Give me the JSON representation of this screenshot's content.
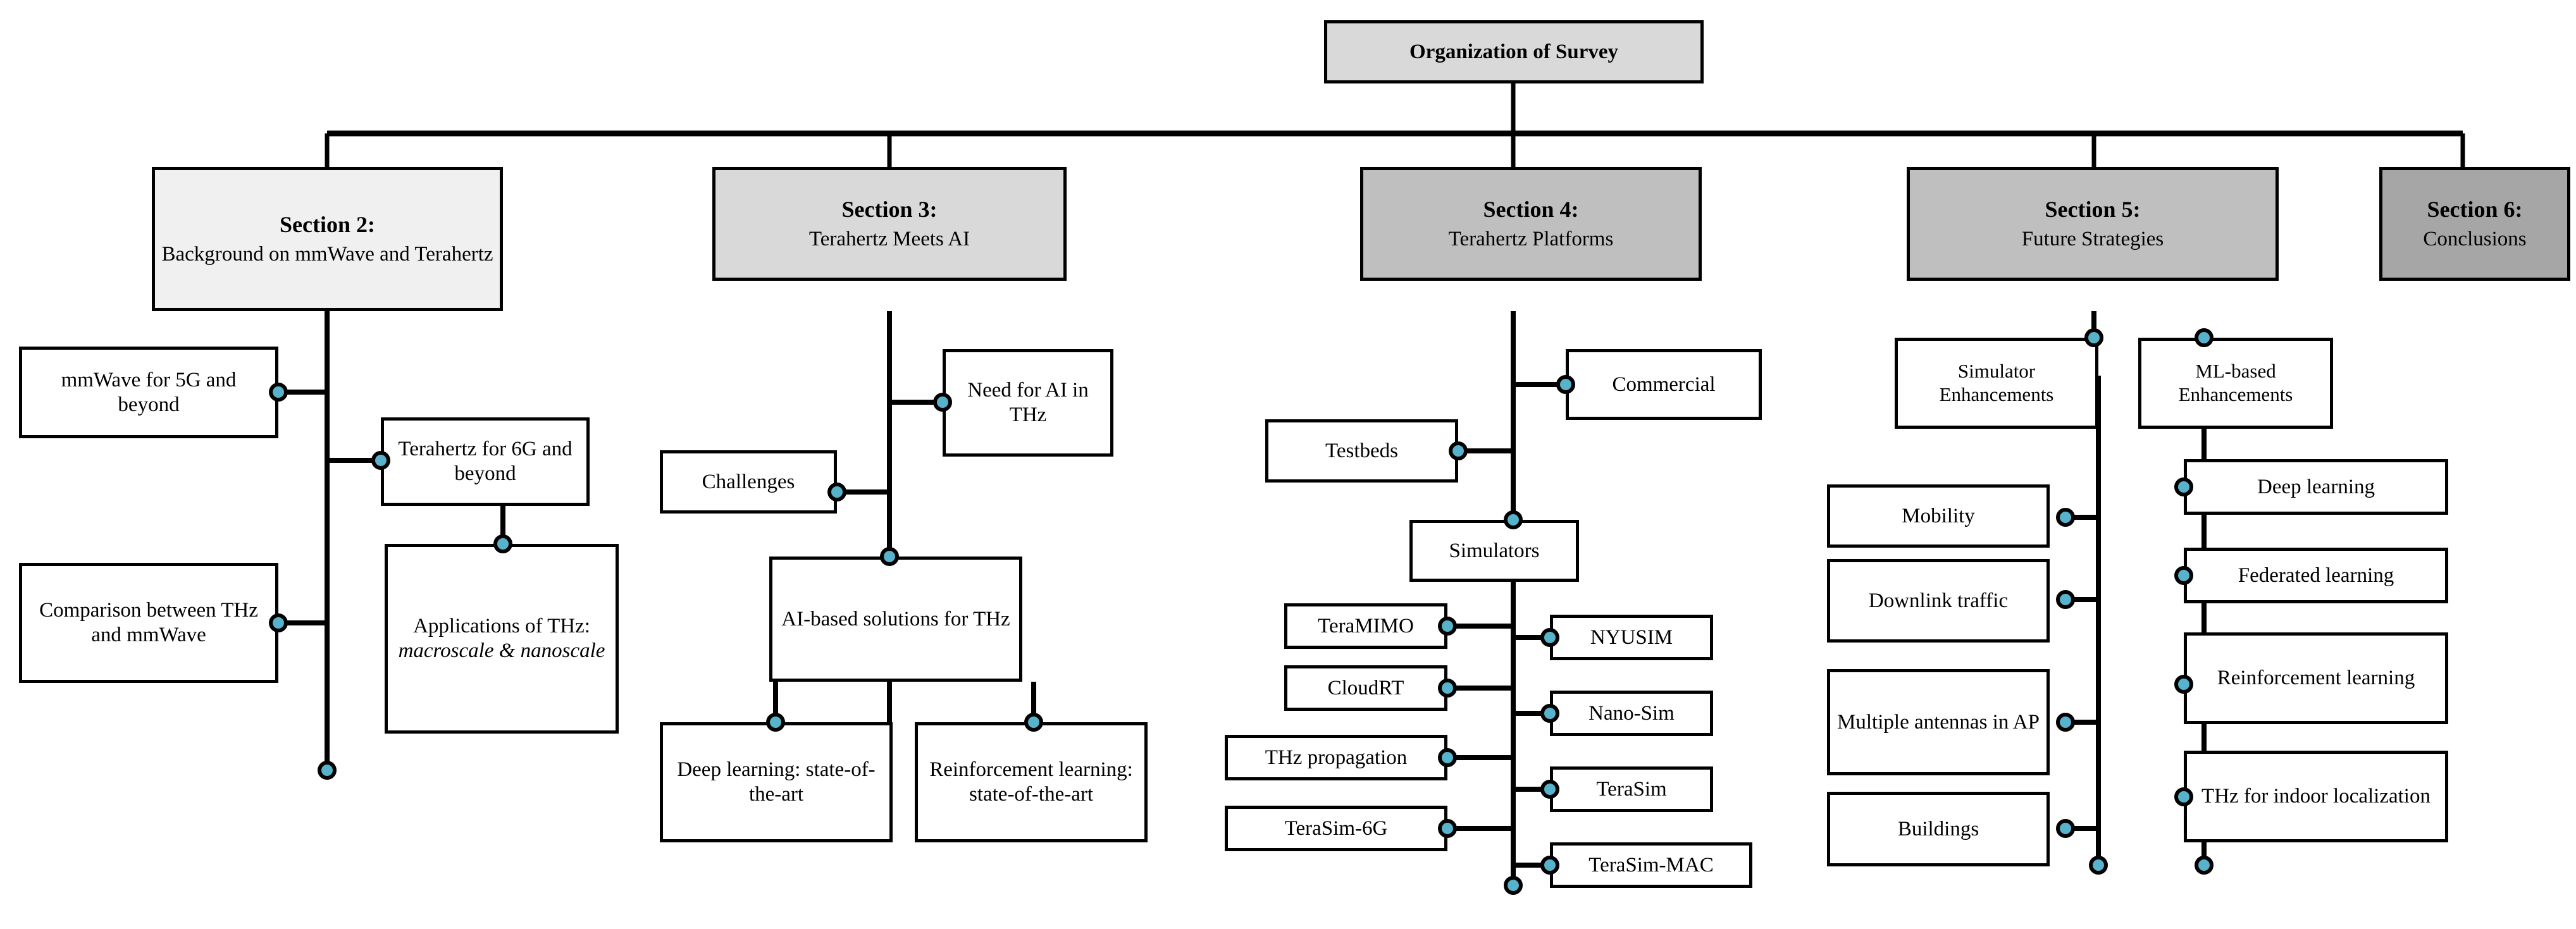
{
  "diagram": {
    "title": "Organization of Survey",
    "palette": {
      "root_fill": "#d9d9d9",
      "section2_fill": "#f0f0f0",
      "section3_fill": "#d9d9d9",
      "section4_fill": "#bfbfbf",
      "section5_fill": "#bfbfbf",
      "section6_fill": "#a6a6a6",
      "leaf_fill": "#ffffff",
      "connector_dot": "#57b2cc",
      "line": "#000000"
    }
  },
  "root": {
    "label": "Organization of Survey"
  },
  "sections": [
    {
      "id": "section-2",
      "title": "Section 2:",
      "subtitle": "Background on mmWave and Terahertz",
      "children": [
        {
          "id": "mmwave-for-5g",
          "label": "mmWave for 5G and beyond"
        },
        {
          "id": "terahertz-for-6g",
          "label": "Terahertz for 6G and beyond"
        },
        {
          "id": "comparison-thz-mmwave",
          "label": "Comparison between THz and mmWave"
        },
        {
          "id": "applications-of-thz",
          "label": "Applications of THz:",
          "label_italic": "macroscale & nanoscale"
        }
      ]
    },
    {
      "id": "section-3",
      "title": "Section 3:",
      "subtitle": "Terahertz Meets AI",
      "children": [
        {
          "id": "need-for-ai-in-thz",
          "label": "Need for AI in THz"
        },
        {
          "id": "challenges",
          "label": "Challenges"
        },
        {
          "id": "ai-based-solutions",
          "label": "AI-based solutions for THz"
        },
        {
          "id": "deep-learning-sota",
          "label": "Deep learning: state-of-the-art"
        },
        {
          "id": "reinforcement-learning-sota",
          "label": "Reinforcement learning: state-of-the-art"
        }
      ]
    },
    {
      "id": "section-4",
      "title": "Section 4:",
      "subtitle": "Terahertz Platforms",
      "children": [
        {
          "id": "commercial",
          "label": "Commercial"
        },
        {
          "id": "testbeds",
          "label": "Testbeds"
        },
        {
          "id": "simulators",
          "label": "Simulators"
        },
        {
          "id": "teramimo",
          "label": "TeraMIMO"
        },
        {
          "id": "nyusim",
          "label": "NYUSIM"
        },
        {
          "id": "cloudrt",
          "label": "CloudRT"
        },
        {
          "id": "nano-sim",
          "label": "Nano-Sim"
        },
        {
          "id": "thz-propagation",
          "label": "THz propagation"
        },
        {
          "id": "terasim",
          "label": "TeraSim"
        },
        {
          "id": "terasim-6g",
          "label": "TeraSim-6G"
        },
        {
          "id": "terasim-mac",
          "label": "TeraSim-MAC"
        }
      ]
    },
    {
      "id": "section-5",
      "title": "Section 5:",
      "subtitle": "Future Strategies",
      "children": [
        {
          "id": "simulator-enhancements",
          "label": "Simulator Enhancements"
        },
        {
          "id": "ml-based-enhancements",
          "label": "ML-based Enhancements"
        },
        {
          "id": "mobility",
          "label": "Mobility"
        },
        {
          "id": "deep-learning",
          "label": "Deep learning"
        },
        {
          "id": "downlink-traffic",
          "label": "Downlink traffic"
        },
        {
          "id": "federated-learning",
          "label": "Federated learning"
        },
        {
          "id": "multiple-antennas-in-ap",
          "label": "Multiple antennas in AP"
        },
        {
          "id": "reinforcement-learning",
          "label": "Reinforcement learning"
        },
        {
          "id": "buildings",
          "label": "Buildings"
        },
        {
          "id": "thz-for-indoor-localization",
          "label": "THz for indoor localization"
        }
      ]
    },
    {
      "id": "section-6",
      "title": "Section 6:",
      "subtitle": "Conclusions",
      "children": []
    }
  ]
}
